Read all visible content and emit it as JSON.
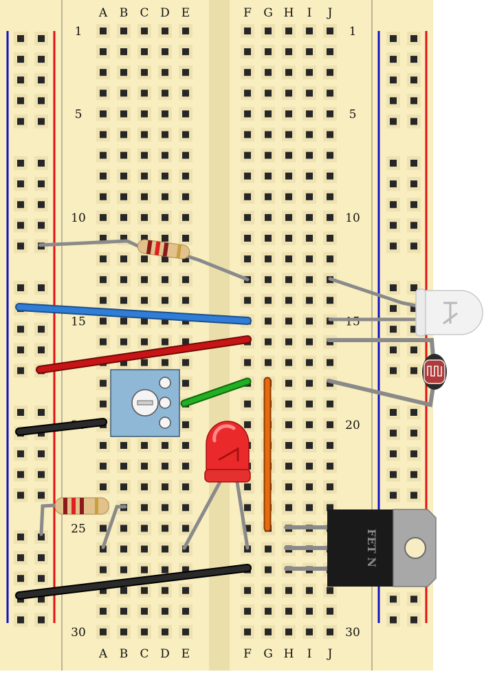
{
  "breadboard": {
    "colors": {
      "board": "#f9eec0",
      "channel": "#eadfaa",
      "hole": "#262626",
      "rail_blue": "#1010c8",
      "rail_red": "#e01010",
      "divider": "#a8a08a"
    },
    "column_letters_left": [
      "A",
      "B",
      "C",
      "D",
      "E"
    ],
    "column_letters_right": [
      "F",
      "G",
      "H",
      "I",
      "J"
    ],
    "row_numbers": [
      {
        "row": 1,
        "label": "1"
      },
      {
        "row": 5,
        "label": "5"
      },
      {
        "row": 10,
        "label": "10"
      },
      {
        "row": 15,
        "label": "15"
      },
      {
        "row": 20,
        "label": "20"
      },
      {
        "row": 25,
        "label": "25"
      },
      {
        "row": 30,
        "label": "30"
      }
    ]
  },
  "components": {
    "resistor_1": {
      "bands": [
        "#8b1a1a",
        "#e02020",
        "#8b1a1a",
        "#c8a040"
      ]
    },
    "resistor_2": {
      "bands": [
        "#8b1a1a",
        "#e02020",
        "#8b1a1a",
        "#c8a040"
      ]
    },
    "led_red": {
      "color": "#e02020",
      "glyph": "LED"
    },
    "led_white": {
      "color": "#f2f2f2"
    },
    "photoresistor": {
      "color": "#b03a3a"
    },
    "potentiometer": {
      "color": "#8fb7d6"
    },
    "mosfet": {
      "label": "FET N"
    }
  },
  "wires": [
    {
      "name": "wire-blue",
      "color": "#2f7dd6"
    },
    {
      "name": "wire-red",
      "color": "#c81414"
    },
    {
      "name": "wire-green",
      "color": "#22b022"
    },
    {
      "name": "wire-orange",
      "color": "#ea6a0c"
    },
    {
      "name": "wire-black-upper",
      "color": "#151515"
    },
    {
      "name": "wire-black-lower",
      "color": "#151515"
    }
  ]
}
